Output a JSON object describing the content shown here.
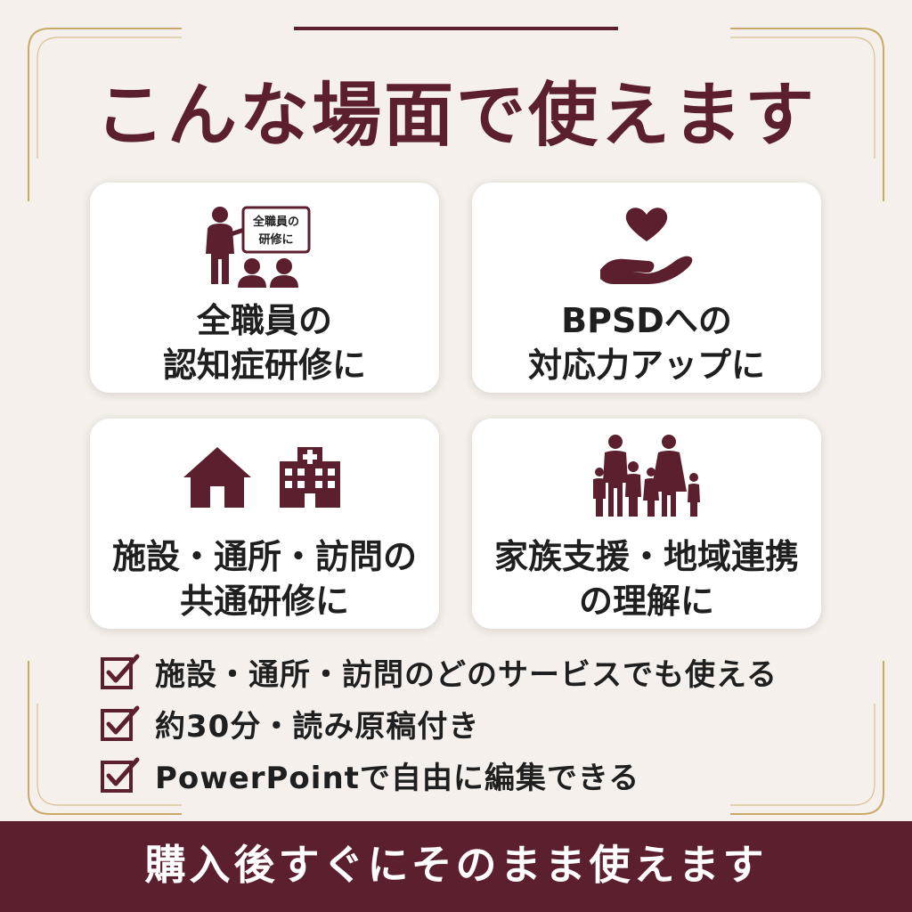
{
  "title": "こんな場面で使えます",
  "cards": [
    {
      "line1": "全職員の",
      "line2": "認知症研修に",
      "icon": "teacher-presentation-icon",
      "board_line1": "全職員の",
      "board_line2": "研修に"
    },
    {
      "line1": "BPSDへの",
      "line2": "対応力アップに",
      "icon": "heart-hand-icon"
    },
    {
      "line1": "施設・通所・訪問の",
      "line2": "共通研修に",
      "icon": "house-hospital-icon"
    },
    {
      "line1": "家族支援・地域連携",
      "line2": "の理解に",
      "icon": "family-icon"
    }
  ],
  "bullets": [
    "施設・通所・訪問のどのサービスでも使える",
    "約30分・読み原稿付き",
    "PowerPointで自由に編集できる"
  ],
  "footer": "購入後すぐにそのまま使えます",
  "colors": {
    "accent": "#5c1f2e",
    "background": "#f5f0eb",
    "gold": "#c9a96a",
    "card": "#ffffff"
  }
}
